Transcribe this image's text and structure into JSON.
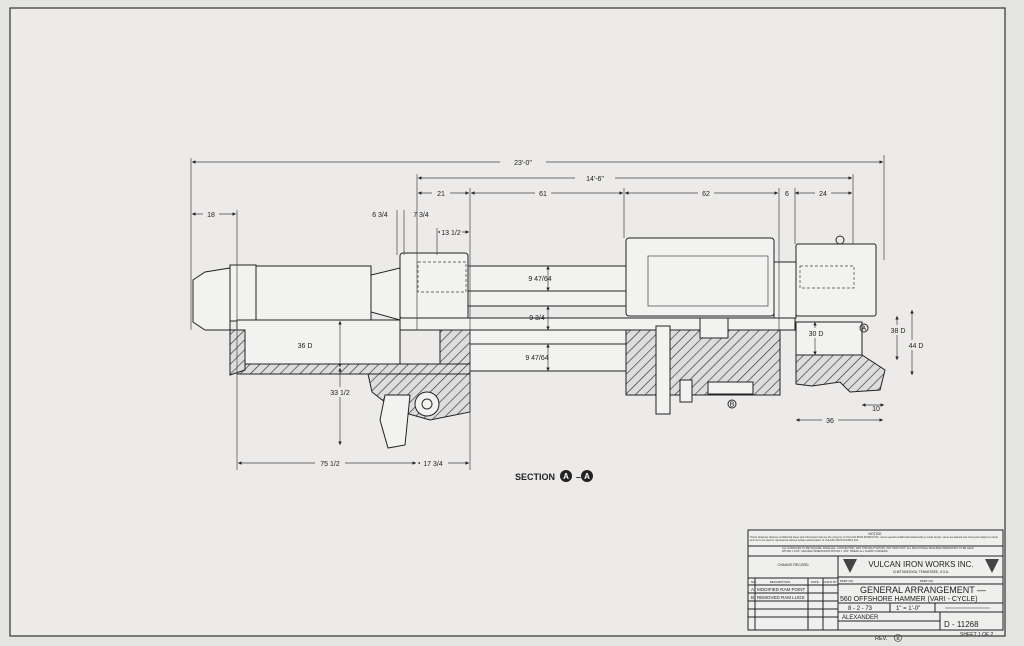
{
  "dimensions": {
    "overall_length": "23'-0\"",
    "upper_length": "14'-6\"",
    "d21": "21",
    "d61": "61",
    "d62": "62",
    "d6": "6",
    "d24": "24",
    "d18": "18",
    "d6_3_4": "6 3/4",
    "d7_3_4": "7 3/4",
    "d13_1_2": "13 1/2",
    "d9_47_64_top": "9 47/64",
    "d9_3_4": "9 3/4",
    "d9_47_64_bottom": "9 47/64",
    "d36D": "36 D",
    "d33_1_2": "33 1/2",
    "d75_1_2": "75 1/2",
    "d17_3_4": "17 3/4",
    "d30D": "30 D",
    "d38D": "38 D",
    "d44D": "44 D",
    "d10": "10",
    "d36": "36",
    "marker_a": "A",
    "marker_b": "B"
  },
  "section_label": "SECTION",
  "section_marker": "A",
  "title_block": {
    "notice_title": "NOTICE",
    "notice_text": "These drawings disclose confidential ideas and information that are the property of VULCAN IRON WORKS INC. and a special confidential relationship is made herein; same are loaned and conveyed subject to return and not to be used or reproduced without written authorization of VULCAN IRON WORKS INC.",
    "tolerance_text": "ALL SURFACES TO BE SQUARE, PARALLEL, CONCENTRIC, AND STRAIGHT WITHIN .010\" PER FOOT. ALL FRACTIONAL MACHINE DIMENSIONS TO BE HELD WITHIN ± 1/64\". DECIMAL DIMENSIONS WITHIN ± .005\". BREAK ALL SHARP CORNERS.",
    "change_record": "CHANGE RECORD",
    "col_no": "NO.",
    "col_description": "DESCRIPTION",
    "col_date": "DATE",
    "col_by": "CHK'D BY",
    "changes": [
      {
        "no": "A",
        "description": "MODIFIED RAM POINT"
      },
      {
        "no": "B",
        "description": "REMOVED RAM LUGS"
      }
    ],
    "company": "VULCAN IRON WORKS INC.",
    "location": "CHATTANOOGA, TENNESSEE, U.S.A.",
    "part_no_label": "PART NO.",
    "title_line1": "GENERAL   ARRANGEMENT —",
    "title_line2": "560  OFFSHORE  HAMMER  (VARI - CYCLE)",
    "date": "8 - 2 - 73",
    "scale": "1\" = 1'-0\"",
    "drawn_by": "ALEXANDER",
    "drawing_no": "D - 11268",
    "sheet": "SHEET  1 OF 2",
    "rev": "REV.",
    "rev_letter": "B"
  }
}
